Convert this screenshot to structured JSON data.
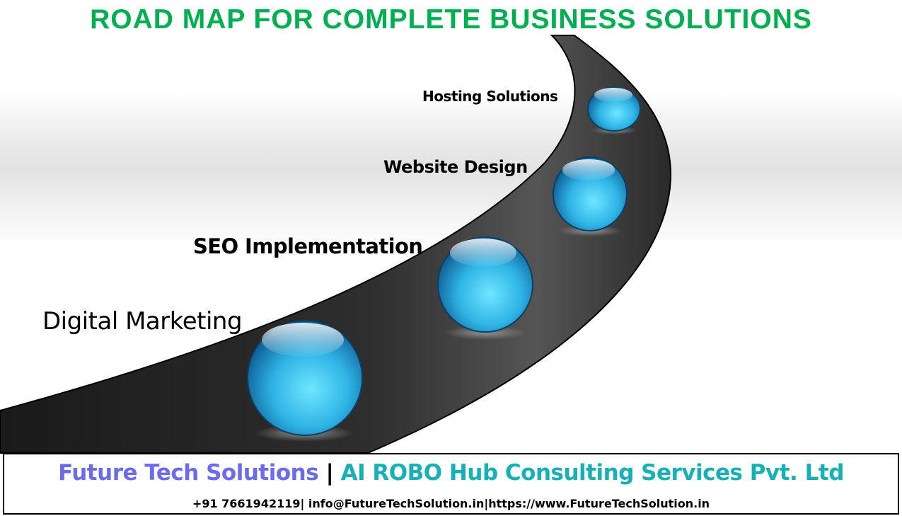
{
  "title": "ROAD MAP FOR COMPLETE BUSINESS SOLUTIONS",
  "steps": [
    {
      "label": "Digital Marketing"
    },
    {
      "label": "SEO Implementation"
    },
    {
      "label": "Website Design"
    },
    {
      "label": "Hosting Solutions"
    }
  ],
  "footer": {
    "brand_primary": "Future Tech Solutions",
    "separator": "|",
    "brand_secondary": "AI ROBO Hub Consulting Services Pvt. Ltd",
    "contact": "+91 7661942119| info@FutureTechSolution.in|https://www.FutureTechSolution.in"
  },
  "colors": {
    "title": "#00b050",
    "brand_primary": "#6b6bf0",
    "brand_secondary": "#16b0b7",
    "road": "#2a2a2a",
    "sphere": "#2fb4e6"
  },
  "icons": [
    "road-graphic",
    "sphere-icon"
  ]
}
